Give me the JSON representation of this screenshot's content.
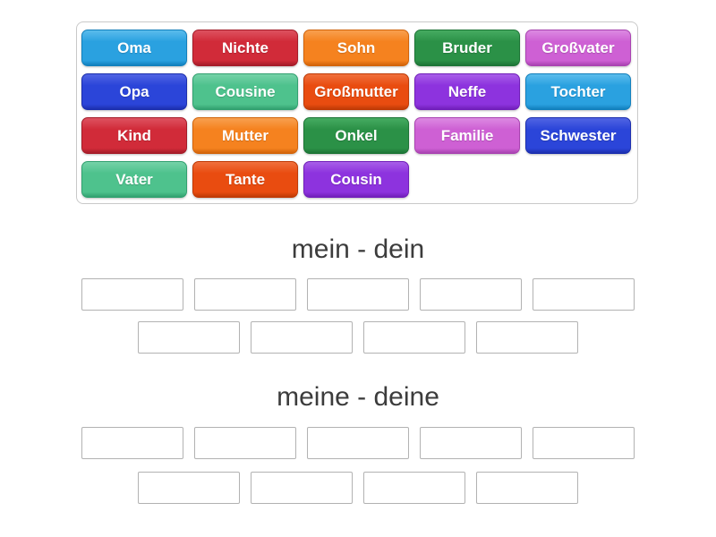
{
  "page": {
    "background": "#ffffff"
  },
  "palette": {
    "blue": {
      "base": "#2aa1e0",
      "light": "#5bbcec",
      "dark": "#1280bd"
    },
    "crimson": {
      "base": "#d12b39",
      "light": "#de5260",
      "dark": "#a51c29"
    },
    "orange": {
      "base": "#f5821f",
      "light": "#f8a04f",
      "dark": "#d2640a"
    },
    "green": {
      "base": "#2b9147",
      "light": "#46ab61",
      "dark": "#1d7536"
    },
    "orchid": {
      "base": "#ce60d4",
      "light": "#dc8ae2",
      "dark": "#a943b1"
    },
    "royalblue": {
      "base": "#2b45d9",
      "light": "#5064e3",
      "dark": "#1c2fae"
    },
    "seagreen": {
      "base": "#4ec28d",
      "light": "#75d2a8",
      "dark": "#32a170"
    },
    "orangered": {
      "base": "#e94c10",
      "light": "#f0703d",
      "dark": "#bf3a06"
    },
    "purple": {
      "base": "#8d33de",
      "light": "#a75ee8",
      "dark": "#711fba"
    }
  },
  "word_bank": {
    "border_color": "#c9c9c9",
    "tiles": [
      {
        "label": "Oma",
        "color": "blue"
      },
      {
        "label": "Nichte",
        "color": "crimson"
      },
      {
        "label": "Sohn",
        "color": "orange"
      },
      {
        "label": "Bruder",
        "color": "green"
      },
      {
        "label": "Großvater",
        "color": "orchid"
      },
      {
        "label": "Opa",
        "color": "royalblue"
      },
      {
        "label": "Cousine",
        "color": "seagreen"
      },
      {
        "label": "Großmutter",
        "color": "orangered"
      },
      {
        "label": "Neffe",
        "color": "purple"
      },
      {
        "label": "Tochter",
        "color": "blue"
      },
      {
        "label": "Kind",
        "color": "crimson"
      },
      {
        "label": "Mutter",
        "color": "orange"
      },
      {
        "label": "Onkel",
        "color": "green"
      },
      {
        "label": "Familie",
        "color": "orchid"
      },
      {
        "label": "Schwester",
        "color": "royalblue"
      },
      {
        "label": "Vater",
        "color": "seagreen"
      },
      {
        "label": "Tante",
        "color": "orangered"
      },
      {
        "label": "Cousin",
        "color": "purple"
      }
    ]
  },
  "groups": [
    {
      "title": "mein - dein",
      "title_color": "#3c3c3c",
      "slot_rows": [
        5,
        4
      ]
    },
    {
      "title": "meine - deine",
      "title_color": "#3c3c3c",
      "slot_rows": [
        5,
        4
      ]
    }
  ],
  "slot": {
    "border_color": "#b2b2b2",
    "fill": "#ffffff"
  }
}
